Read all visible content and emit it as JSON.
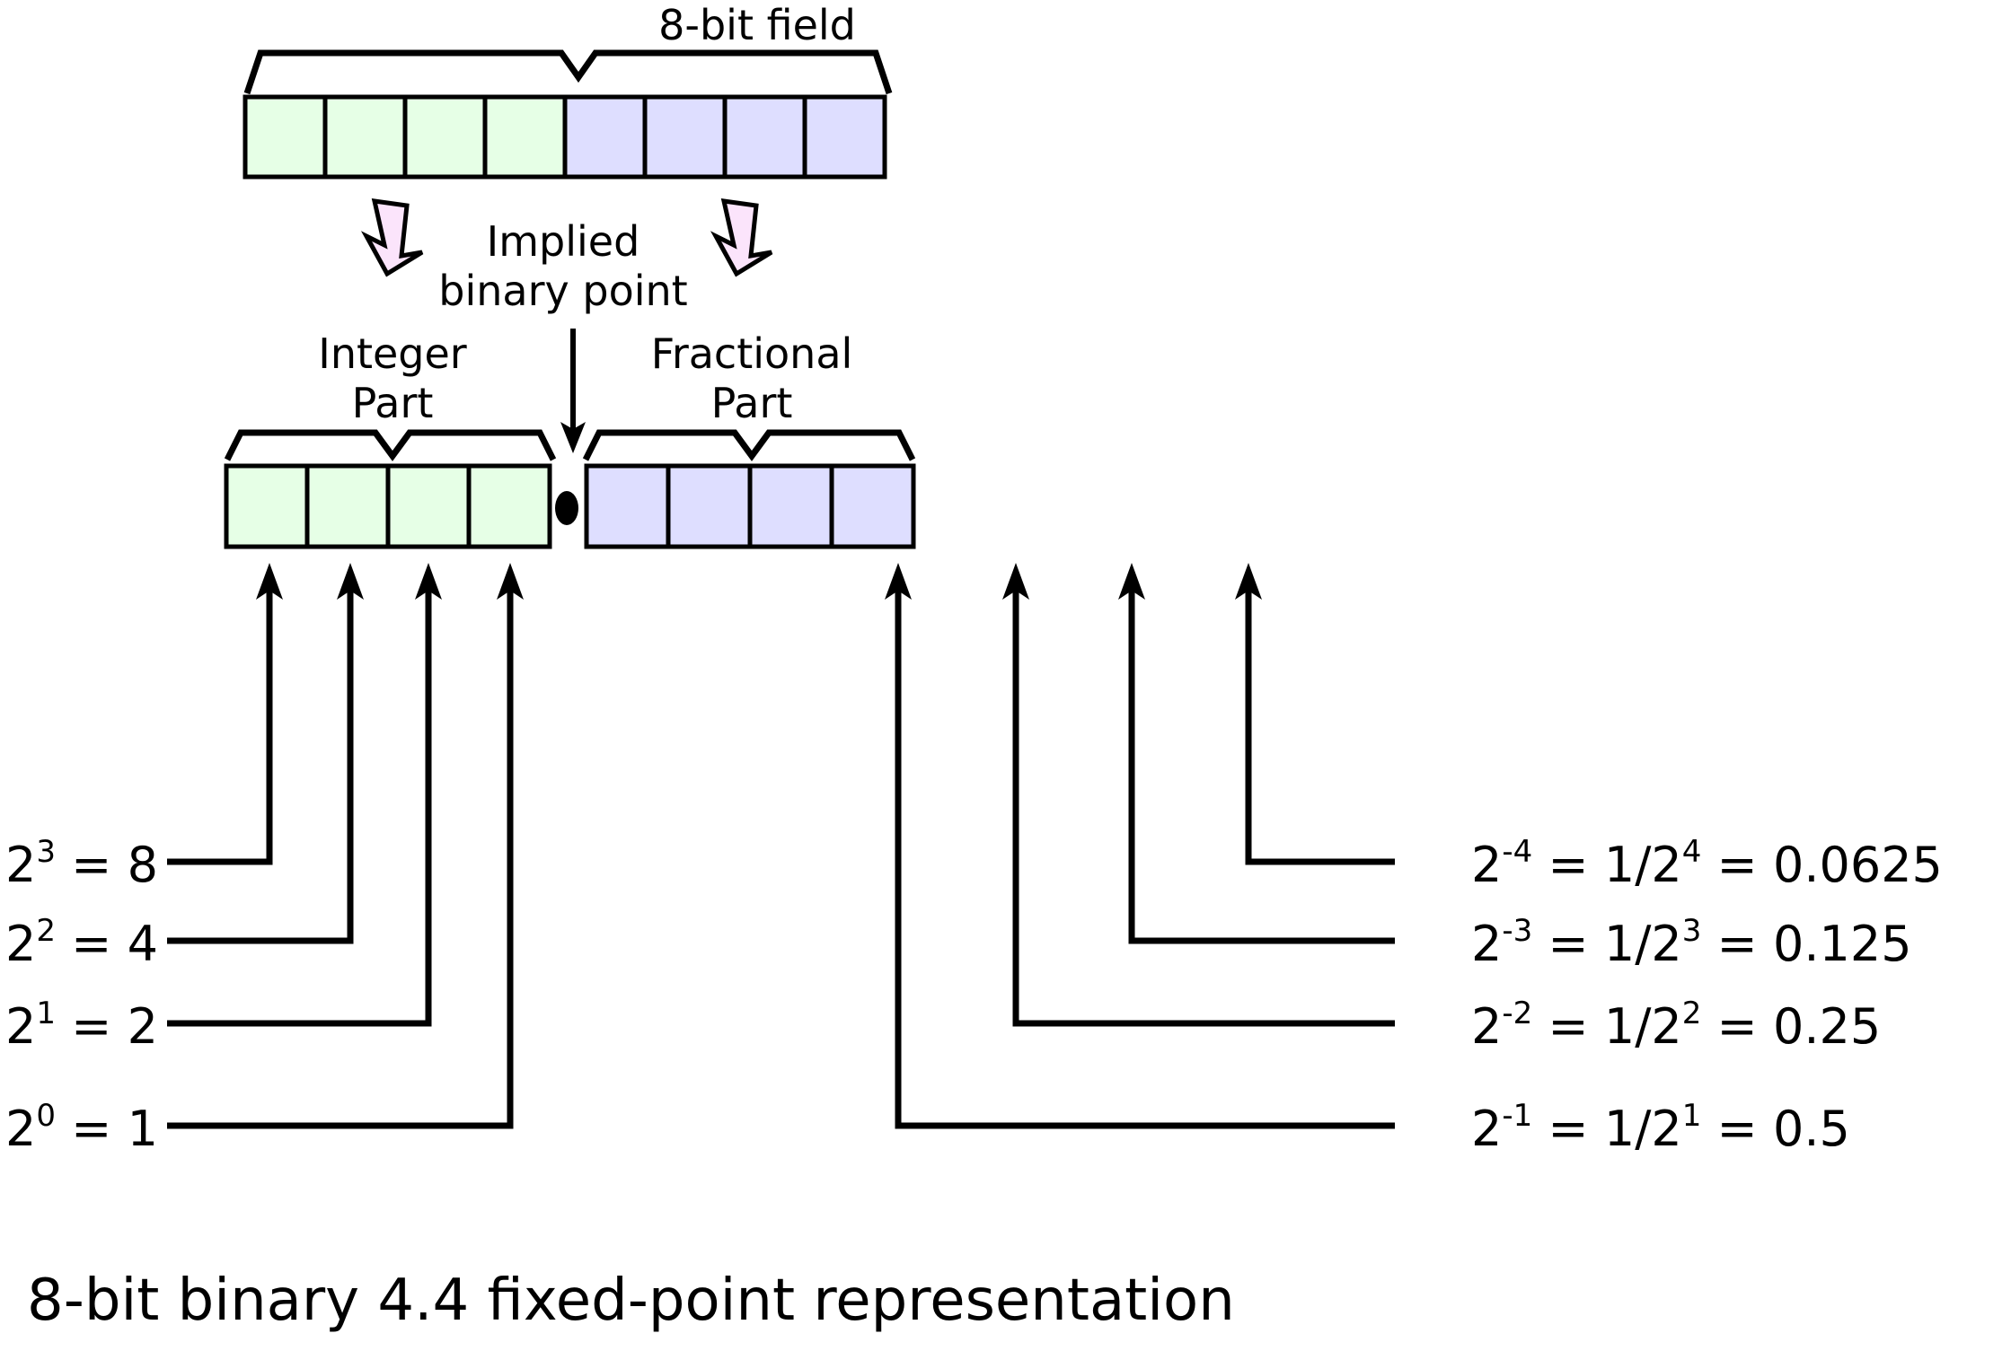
{
  "diagram": {
    "title": "8-bit field",
    "implied_point_label_line1": "Implied",
    "implied_point_label_line2": "binary point",
    "integer_label_line1": "Integer",
    "integer_label_line2": "Part",
    "fractional_label_line1": "Fractional",
    "fractional_label_line2": "Part",
    "caption": "8-bit binary 4.4 fixed-point representation",
    "colors": {
      "integer_cell_fill": "#e6ffe6",
      "fractional_cell_fill": "#dedeff",
      "big_arrow_fill": "#fbe4fb",
      "stroke": "#000000",
      "background": "#ffffff"
    },
    "top_field": {
      "total_bits": 8,
      "integer_bits": 4,
      "fractional_bits": 4
    },
    "integer_weights": [
      {
        "base": "2",
        "exp": "3",
        "eq": " = 8"
      },
      {
        "base": "2",
        "exp": "2",
        "eq": " = 4"
      },
      {
        "base": "2",
        "exp": "1",
        "eq": " = 2"
      },
      {
        "base": "2",
        "exp": "0",
        "eq": " = 1"
      }
    ],
    "fractional_weights": [
      {
        "base": "2",
        "exp": "-4",
        "mid_pre": " = 1/2",
        "mid_exp": "4",
        "tail": " = 0.0625"
      },
      {
        "base": "2",
        "exp": "-3",
        "mid_pre": " = 1/2",
        "mid_exp": "3",
        "tail": " = 0.125"
      },
      {
        "base": "2",
        "exp": "-2",
        "mid_pre": " = 1/2",
        "mid_exp": "2",
        "tail": " = 0.25"
      },
      {
        "base": "2",
        "exp": "-1",
        "mid_pre": " = 1/2",
        "mid_exp": "1",
        "tail": " = 0.5"
      }
    ],
    "binary_point_symbol": "•"
  }
}
